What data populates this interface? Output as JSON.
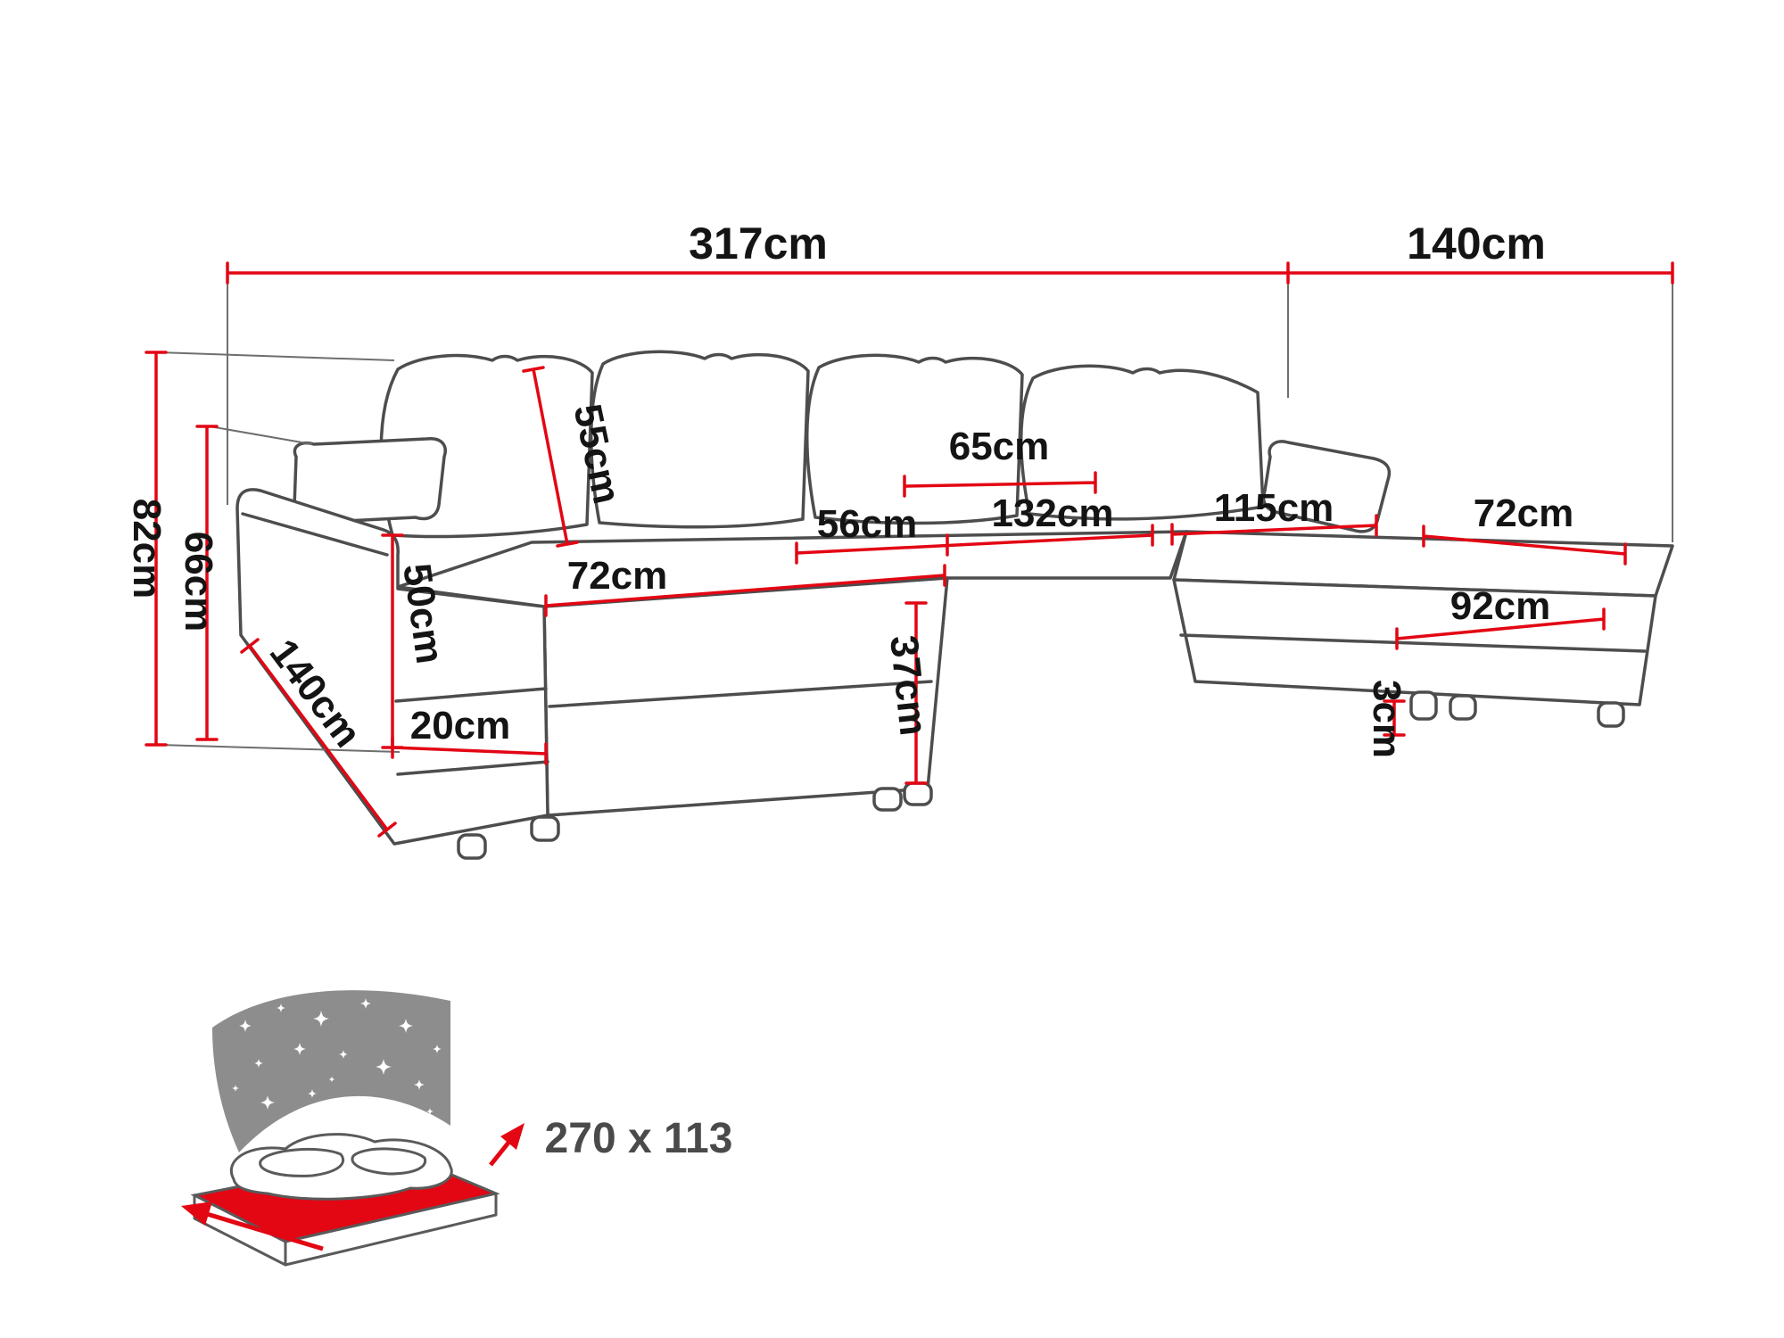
{
  "colors": {
    "dimension": "#e30613",
    "outline": "#4d4d4d",
    "text": "#141414",
    "sleep_text": "#4a4a4a",
    "bed_grey": "#8d8d8d",
    "bed_red": "#e30613"
  },
  "diagram": {
    "labels": {
      "width_total": "317cm",
      "depth_right": "140cm",
      "height_total": "82cm",
      "height_backrest": "66cm",
      "back_cushion_height": "55cm",
      "back_cushion_width": "65cm",
      "seat_depth": "56cm",
      "seat_width_center": "132cm",
      "seat_width_right": "115cm",
      "chaise_width_right": "72cm",
      "seat_width_left": "72cm",
      "depth_left": "140cm",
      "armrest_height": "50cm",
      "base_height": "20cm",
      "seat_height": "37cm",
      "chaise_length_right": "92cm",
      "leg_height": "3cm"
    },
    "sleeping_area": {
      "size": "270 x 113"
    }
  }
}
